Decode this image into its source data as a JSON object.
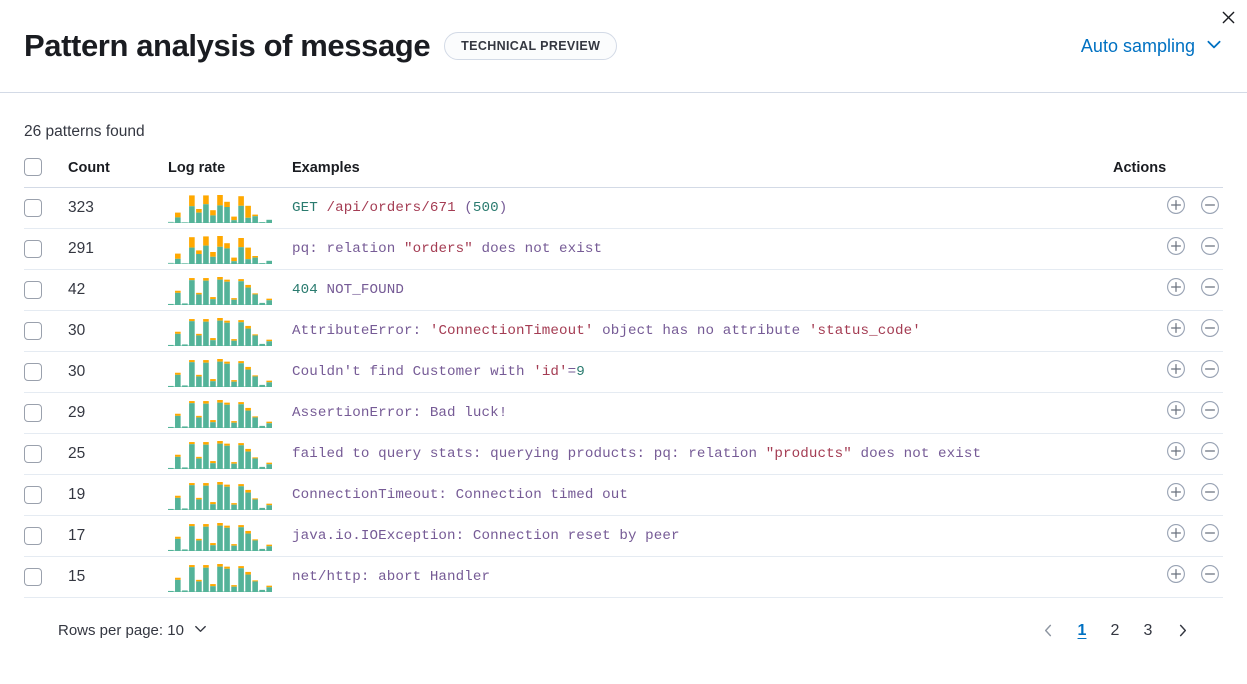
{
  "header": {
    "title": "Pattern analysis of message",
    "badge": "TECHNICAL PREVIEW",
    "sampling_label": "Auto sampling",
    "close_title": "Close"
  },
  "summary": {
    "patterns_found": "26 patterns found"
  },
  "table": {
    "columns": {
      "select": "",
      "count": "Count",
      "log_rate": "Log rate",
      "examples": "Examples",
      "actions": "Actions"
    },
    "rows": [
      {
        "count": "323",
        "example_plain": "GET /api/orders/671 (500)",
        "tokens": [
          {
            "t": "GET ",
            "c": "tok-green"
          },
          {
            "t": "/api/orders/671",
            "c": "tok-red"
          },
          {
            "t": " (",
            "c": "tok-default"
          },
          {
            "t": "500",
            "c": "tok-green"
          },
          {
            "t": ")",
            "c": "tok-default"
          }
        ],
        "spark": {
          "teal": [
            0,
            14,
            1,
            42,
            26,
            47,
            19,
            44,
            40,
            7,
            43,
            13,
            17,
            2,
            8
          ],
          "orange": [
            0,
            12,
            0,
            27,
            9,
            22,
            13,
            26,
            13,
            9,
            24,
            30,
            4,
            0,
            0
          ]
        }
      },
      {
        "count": "291",
        "example_plain": "pq: relation \"orders\" does not exist",
        "tokens": [
          {
            "t": "pq: relation ",
            "c": "tok-default"
          },
          {
            "t": "\"orders\"",
            "c": "tok-red"
          },
          {
            "t": " does not exist",
            "c": "tok-default"
          }
        ],
        "spark": {
          "teal": [
            0,
            13,
            1,
            41,
            25,
            46,
            18,
            43,
            39,
            7,
            42,
            12,
            16,
            2,
            8
          ],
          "orange": [
            0,
            13,
            0,
            26,
            9,
            23,
            12,
            27,
            13,
            9,
            23,
            29,
            4,
            0,
            0
          ]
        }
      },
      {
        "count": "42",
        "example_plain": "404 NOT_FOUND",
        "tokens": [
          {
            "t": "404",
            "c": "tok-green"
          },
          {
            "t": " NOT_FOUND",
            "c": "tok-default"
          }
        ],
        "spark": {
          "teal": [
            2,
            23,
            3,
            47,
            20,
            46,
            11,
            48,
            44,
            10,
            45,
            33,
            20,
            4,
            9
          ],
          "orange": [
            0,
            4,
            0,
            4,
            3,
            5,
            4,
            5,
            4,
            3,
            4,
            5,
            2,
            0,
            3
          ]
        }
      },
      {
        "count": "30",
        "example_plain": "AttributeError: 'ConnectionTimeout' object has no attribute 'status_code'",
        "tokens": [
          {
            "t": "AttributeError: ",
            "c": "tok-default"
          },
          {
            "t": "'ConnectionTimeout'",
            "c": "tok-red"
          },
          {
            "t": " object has no attribute ",
            "c": "tok-default"
          },
          {
            "t": "'status_code'",
            "c": "tok-red"
          }
        ],
        "spark": {
          "teal": [
            2,
            23,
            3,
            47,
            20,
            46,
            11,
            48,
            44,
            10,
            45,
            33,
            20,
            4,
            9
          ],
          "orange": [
            0,
            4,
            0,
            4,
            3,
            5,
            4,
            5,
            4,
            3,
            4,
            5,
            2,
            0,
            3
          ]
        }
      },
      {
        "count": "30",
        "example_plain": "Couldn't find Customer with 'id'=9",
        "tokens": [
          {
            "t": "Couldn't find Customer with ",
            "c": "tok-default"
          },
          {
            "t": "'id'",
            "c": "tok-red"
          },
          {
            "t": "=",
            "c": "tok-default"
          },
          {
            "t": "9",
            "c": "tok-green"
          }
        ],
        "spark": {
          "teal": [
            2,
            23,
            3,
            47,
            20,
            46,
            11,
            48,
            44,
            10,
            45,
            33,
            20,
            4,
            9
          ],
          "orange": [
            0,
            4,
            0,
            4,
            3,
            5,
            4,
            5,
            4,
            3,
            4,
            5,
            2,
            0,
            3
          ]
        }
      },
      {
        "count": "29",
        "example_plain": "AssertionError: Bad luck!",
        "tokens": [
          {
            "t": "AssertionError: Bad luck!",
            "c": "tok-default"
          }
        ],
        "spark": {
          "teal": [
            2,
            23,
            3,
            47,
            20,
            46,
            11,
            48,
            44,
            10,
            45,
            33,
            20,
            4,
            9
          ],
          "orange": [
            0,
            4,
            0,
            4,
            3,
            5,
            4,
            5,
            4,
            3,
            4,
            5,
            2,
            0,
            3
          ]
        }
      },
      {
        "count": "25",
        "example_plain": "failed to query stats: querying products: pq: relation \"products\" does not exist",
        "tokens": [
          {
            "t": "failed to query stats: querying products: pq: relation ",
            "c": "tok-default"
          },
          {
            "t": "\"products\"",
            "c": "tok-red"
          },
          {
            "t": " does not exist",
            "c": "tok-default"
          }
        ],
        "spark": {
          "teal": [
            2,
            23,
            3,
            47,
            20,
            46,
            11,
            48,
            44,
            10,
            45,
            33,
            20,
            4,
            9
          ],
          "orange": [
            0,
            4,
            0,
            4,
            3,
            5,
            4,
            5,
            4,
            3,
            4,
            5,
            2,
            0,
            3
          ]
        }
      },
      {
        "count": "19",
        "example_plain": "ConnectionTimeout: Connection timed out",
        "tokens": [
          {
            "t": "ConnectionTimeout: Connection timed out",
            "c": "tok-default"
          }
        ],
        "spark": {
          "teal": [
            2,
            23,
            3,
            47,
            20,
            46,
            11,
            48,
            44,
            10,
            45,
            33,
            20,
            4,
            9
          ],
          "orange": [
            0,
            4,
            0,
            4,
            3,
            5,
            4,
            5,
            4,
            3,
            4,
            5,
            2,
            0,
            3
          ]
        }
      },
      {
        "count": "17",
        "example_plain": "java.io.IOException: Connection reset by peer",
        "tokens": [
          {
            "t": "java.io.IOException: Connection reset by peer",
            "c": "tok-default"
          }
        ],
        "spark": {
          "teal": [
            2,
            23,
            3,
            47,
            20,
            46,
            11,
            48,
            44,
            10,
            45,
            33,
            20,
            4,
            9
          ],
          "orange": [
            0,
            4,
            0,
            4,
            3,
            5,
            4,
            5,
            4,
            3,
            4,
            5,
            2,
            0,
            3
          ]
        }
      },
      {
        "count": "15",
        "example_plain": "net/http: abort Handler",
        "tokens": [
          {
            "t": "net/http: abort Handler",
            "c": "tok-default"
          }
        ],
        "spark": {
          "teal": [
            2,
            23,
            3,
            47,
            20,
            46,
            11,
            48,
            44,
            10,
            45,
            33,
            20,
            4,
            9
          ],
          "orange": [
            0,
            4,
            0,
            4,
            3,
            5,
            4,
            5,
            4,
            3,
            4,
            5,
            2,
            0,
            3
          ]
        }
      }
    ]
  },
  "footer": {
    "rows_per_page_label": "Rows per page: 10",
    "pages": [
      "1",
      "2",
      "3"
    ],
    "active_page": "1"
  },
  "colors": {
    "accent_blue": "#0071c2",
    "spark_teal": "#54b399",
    "spark_orange": "#ffa800",
    "border": "#d3dae6",
    "row_border": "#e5ebf2",
    "code_default": "#765b96",
    "code_red": "#a43c53",
    "code_green": "#2a7b6f"
  }
}
